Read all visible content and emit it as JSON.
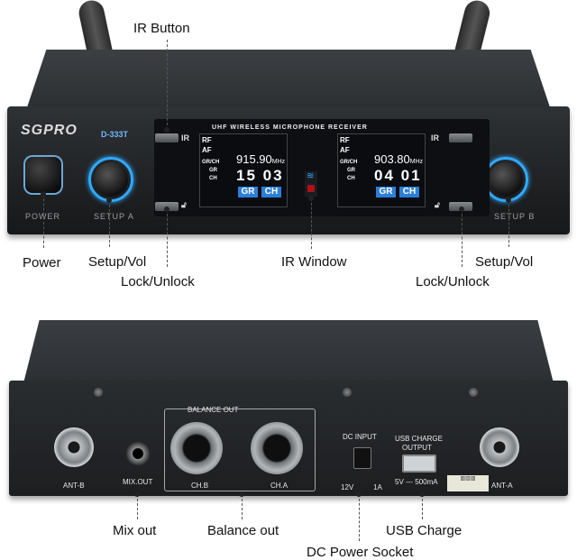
{
  "callouts": {
    "ir_button": "IR Button",
    "power": "Power",
    "setup_vol_left": "Setup/Vol",
    "lock_unlock_left": "Lock/Unlock",
    "ir_window": "IR Window",
    "lock_unlock_right": "Lock/Unlock",
    "setup_vol_right": "Setup/Vol",
    "mix_out": "Mix out",
    "balance_out": "Balance out",
    "usb_charge": "USB Charge",
    "dc_power_socket": "DC Power Socket"
  },
  "front_panel": {
    "brand": "SGPRO",
    "model": "D-333T",
    "power_label": "POWER",
    "setup_a_label": "SETUP A",
    "setup_b_label": "SETUP B",
    "ir_label": "IR",
    "banner": "UHF WIRELESS MICROPHONE RECEIVER",
    "screen_a": {
      "rf": "RF",
      "af": "AF",
      "grch": "GR/CH",
      "gr": "GR",
      "ch": "CH",
      "freq": "915.90",
      "unit": "MHz",
      "big": "15 03",
      "tag1": "GR",
      "tag2": "CH"
    },
    "screen_b": {
      "rf": "RF",
      "af": "AF",
      "grch": "GR/CH",
      "gr": "GR",
      "ch": "CH",
      "freq": "903.80",
      "unit": "MHz",
      "big": "04 01",
      "tag1": "GR",
      "tag2": "CH"
    }
  },
  "rear_panel": {
    "ant_b": "ANT-B",
    "mix_out": "MIX.OUT",
    "balance_out": "BALANCE OUT",
    "ch_b": "CH.B",
    "ch_a": "CH.A",
    "dc_input": "DC INPUT",
    "dc_rating_v": "12V",
    "dc_rating_a": "1A",
    "usb_title_1": "USB CHARGE",
    "usb_title_2": "OUTPUT",
    "usb_rating": "5V --- 500mA",
    "ant_a": "ANT-A"
  }
}
